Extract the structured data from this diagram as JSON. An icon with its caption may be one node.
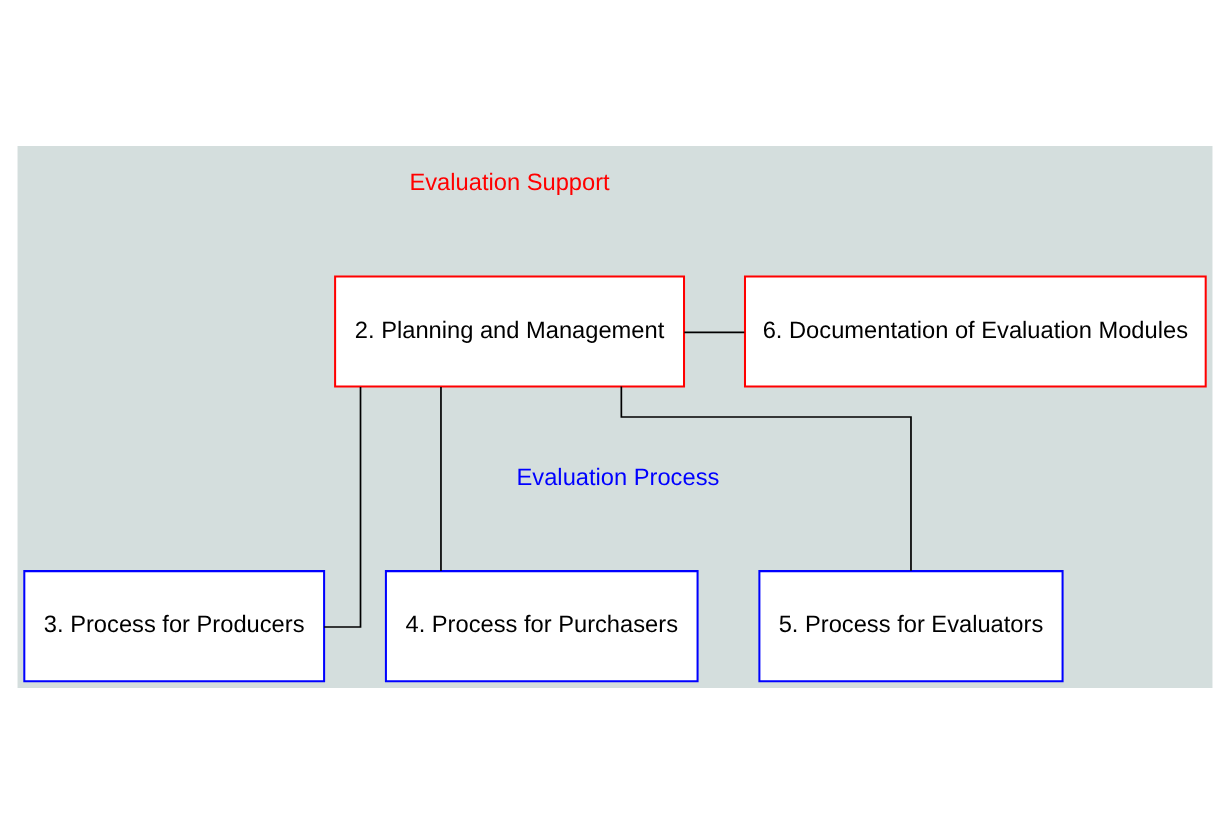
{
  "diagram": {
    "nodes": [
      {
        "text": [
          "2. Planning and Management"
        ]
      },
      {
        "text": [
          "6. Documentation of Evaluation Modules"
        ]
      },
      {
        "text": [
          "3. Process for Producers"
        ]
      },
      {
        "text": [
          "4. Process for Purchasers"
        ]
      },
      {
        "text": [
          "5. Process for Evaluators"
        ]
      }
    ],
    "edges": [
      {
        "from": 0,
        "to": 1,
        "arrow": "none"
      },
      {
        "from": 0,
        "to": 2,
        "arrow": "none"
      },
      {
        "from": 0,
        "to": 3,
        "arrow": "none"
      },
      {
        "from": 0,
        "to": 4,
        "arrow": "none"
      }
    ],
    "labels": [
      "Evaluation Support",
      "Evaluation Process"
    ]
  }
}
